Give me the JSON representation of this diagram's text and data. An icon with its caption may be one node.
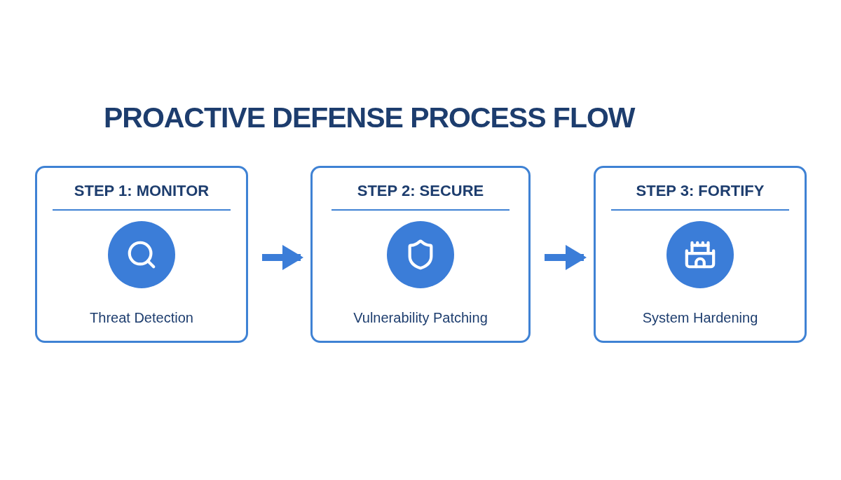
{
  "diagram": {
    "title": "PROACTIVE DEFENSE PROCESS FLOW",
    "nodes": [
      {
        "text": [
          "STEP 1: MONITOR",
          "Threat Detection"
        ]
      },
      {
        "text": [
          "STEP 2: SECURE",
          "Vulnerability Patching"
        ]
      },
      {
        "text": [
          "STEP 3: FORTIFY",
          "System Hardening"
        ]
      }
    ],
    "edges": [
      {
        "from": 0,
        "to": 1,
        "arrow": "to"
      },
      {
        "from": 1,
        "to": 2,
        "arrow": "to"
      }
    ]
  }
}
